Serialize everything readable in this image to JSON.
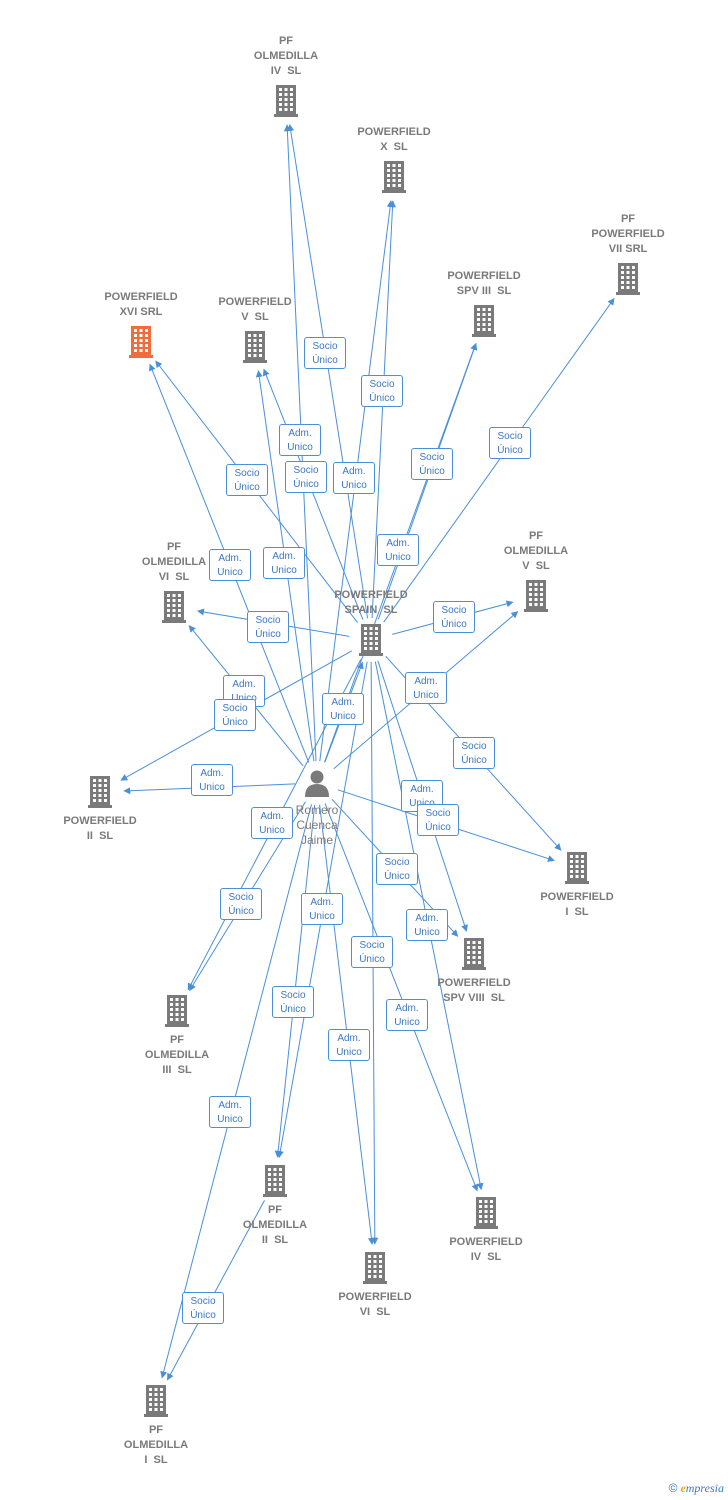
{
  "colors": {
    "edge": "#4a90d9",
    "building": "#7a7a7a",
    "highlight": "#f26b3a",
    "label": "#7a7a7a"
  },
  "icons": {
    "company": "building-icon",
    "person": "person-icon"
  },
  "person": {
    "id": "romero",
    "label": [
      "Romero",
      "Cuenca",
      "Jaime"
    ]
  },
  "nodes": [
    {
      "id": "spain",
      "label": [
        "POWERFIELD",
        "SPAIN  SL"
      ]
    },
    {
      "id": "pfo4",
      "label": [
        "PF",
        "OLMEDILLA",
        "IV  SL"
      ]
    },
    {
      "id": "pwx",
      "label": [
        "POWERFIELD",
        "X  SL"
      ]
    },
    {
      "id": "pfp7",
      "label": [
        "PF",
        "POWERFIELD",
        "VII SRL"
      ]
    },
    {
      "id": "spv3",
      "label": [
        "POWERFIELD",
        "SPV III  SL"
      ]
    },
    {
      "id": "xvi",
      "label": [
        "POWERFIELD",
        "XVI SRL"
      ],
      "highlight": true
    },
    {
      "id": "pw5",
      "label": [
        "POWERFIELD",
        "V  SL"
      ]
    },
    {
      "id": "pfo6",
      "label": [
        "PF",
        "OLMEDILLA",
        "VI  SL"
      ]
    },
    {
      "id": "pfo5",
      "label": [
        "PF",
        "OLMEDILLA",
        "V  SL"
      ]
    },
    {
      "id": "pw2",
      "label": [
        "POWERFIELD",
        "II  SL"
      ]
    },
    {
      "id": "pw1",
      "label": [
        "POWERFIELD",
        "I  SL"
      ]
    },
    {
      "id": "spv8",
      "label": [
        "POWERFIELD",
        "SPV VIII  SL"
      ]
    },
    {
      "id": "pfo3",
      "label": [
        "PF",
        "OLMEDILLA",
        "III  SL"
      ]
    },
    {
      "id": "pfo2",
      "label": [
        "PF",
        "OLMEDILLA",
        "II  SL"
      ]
    },
    {
      "id": "pw4",
      "label": [
        "POWERFIELD",
        "IV  SL"
      ]
    },
    {
      "id": "pw6",
      "label": [
        "POWERFIELD",
        "VI  SL"
      ]
    },
    {
      "id": "pfo1",
      "label": [
        "PF",
        "OLMEDILLA",
        "I  SL"
      ]
    }
  ],
  "edges": [
    {
      "from": "spain",
      "to": "pfo4",
      "label": "Socio\nÚnico"
    },
    {
      "from": "romero",
      "to": "pfo4",
      "label": "Adm.\nUnico"
    },
    {
      "from": "spain",
      "to": "pwx",
      "label": "Socio\nÚnico"
    },
    {
      "from": "romero",
      "to": "pwx",
      "label": "Adm.\nUnico"
    },
    {
      "from": "spain",
      "to": "pfp7",
      "label": "Socio\nÚnico"
    },
    {
      "from": "spain",
      "to": "spv3",
      "label": "Socio\nÚnico"
    },
    {
      "from": "romero",
      "to": "spv3",
      "label": "Adm.\nUnico"
    },
    {
      "from": "spain",
      "to": "xvi",
      "label": "Socio\nÚnico"
    },
    {
      "from": "romero",
      "to": "xvi",
      "label": "Adm.\nUnico"
    },
    {
      "from": "spain",
      "to": "pw5",
      "label": "Socio\nÚnico"
    },
    {
      "from": "romero",
      "to": "pw5",
      "label": "Adm.\nUnico"
    },
    {
      "from": "spain",
      "to": "pfo6",
      "label": "Socio\nÚnico"
    },
    {
      "from": "romero",
      "to": "pfo6",
      "label": "Adm.\nUnico"
    },
    {
      "from": "spain",
      "to": "pfo5",
      "label": "Socio\nÚnico"
    },
    {
      "from": "romero",
      "to": "pfo5",
      "label": "Adm.\nUnico"
    },
    {
      "from": "spain",
      "to": "pw2",
      "label": "Socio\nÚnico"
    },
    {
      "from": "romero",
      "to": "pw2",
      "label": "Adm.\nUnico"
    },
    {
      "from": "spain",
      "to": "pw1",
      "label": "Socio\nÚnico"
    },
    {
      "from": "romero",
      "to": "pw1",
      "label": "Adm.\nUnico"
    },
    {
      "from": "spain",
      "to": "spv8",
      "label": "Socio\nÚnico"
    },
    {
      "from": "romero",
      "to": "spv8",
      "label": "Adm.\nUnico"
    },
    {
      "from": "spain",
      "to": "pfo3",
      "label": "Socio\nÚnico"
    },
    {
      "from": "romero",
      "to": "pfo3",
      "label": "Adm.\nUnico"
    },
    {
      "from": "spain",
      "to": "pfo2",
      "label": "Socio\nÚnico"
    },
    {
      "from": "romero",
      "to": "pfo2",
      "label": "Adm.\nUnico"
    },
    {
      "from": "spain",
      "to": "pw4",
      "label": "Socio\nÚnico"
    },
    {
      "from": "romero",
      "to": "pw4",
      "label": "Adm.\nUnico"
    },
    {
      "from": "spain",
      "to": "pw6",
      "label": "Socio\nÚnico"
    },
    {
      "from": "romero",
      "to": "pw6",
      "label": "Adm.\nUnico"
    },
    {
      "from": "pfo2",
      "to": "pfo1",
      "label": "Socio\nÚnico"
    },
    {
      "from": "romero",
      "to": "pfo1",
      "label": "Adm.\nUnico"
    },
    {
      "from": "romero",
      "to": "spain",
      "label": "Adm.\nUnico"
    }
  ],
  "footer": {
    "copyright": "©",
    "brand_initial": "e",
    "brand_rest": "mpresia"
  }
}
